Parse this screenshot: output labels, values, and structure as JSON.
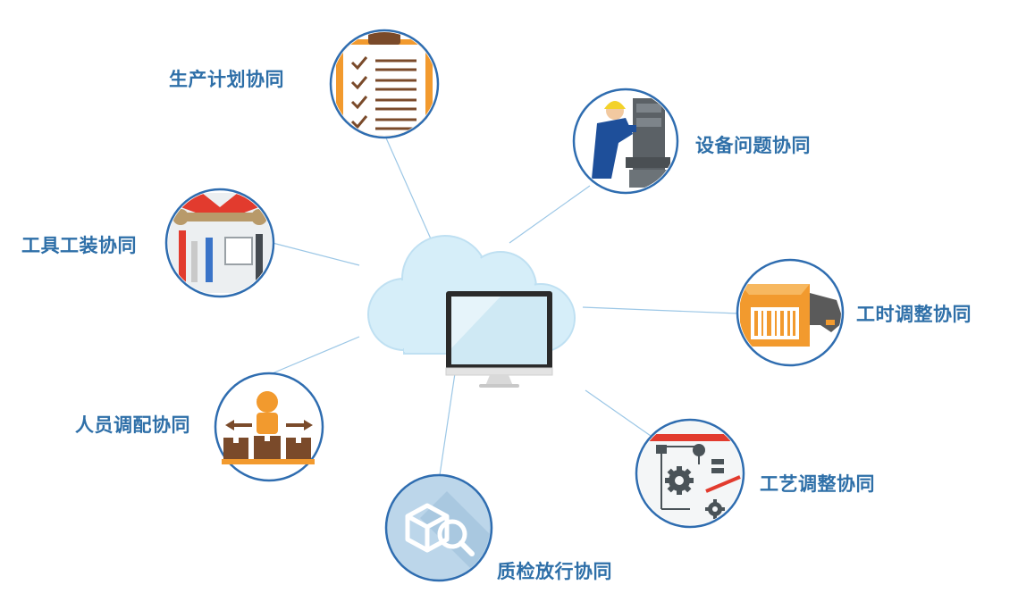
{
  "colors": {
    "label": "#2e6fa8",
    "ring": "#2f6db0",
    "connector": "#9cc7e6",
    "orange": "#f29a2e",
    "brown": "#7a4a2a",
    "cloud": "#d8eef8"
  },
  "center": {
    "icon": "cloud-computer-icon"
  },
  "nodes": [
    {
      "id": "production-plan",
      "label": "生产计划协同",
      "icon": "clipboard-checklist-icon"
    },
    {
      "id": "equipment-issue",
      "label": "设备问题协同",
      "icon": "worker-machine-icon"
    },
    {
      "id": "tooling",
      "label": "工具工装协同",
      "icon": "tools-wrench-icon"
    },
    {
      "id": "work-hours",
      "label": "工时调整协同",
      "icon": "barcode-scanner-icon"
    },
    {
      "id": "staffing",
      "label": "人员调配协同",
      "icon": "worker-boxes-icon"
    },
    {
      "id": "process",
      "label": "工艺调整协同",
      "icon": "gear-flowchart-icon"
    },
    {
      "id": "quality-release",
      "label": "质检放行协同",
      "icon": "box-magnifier-icon"
    }
  ]
}
